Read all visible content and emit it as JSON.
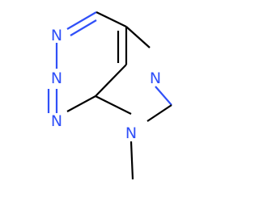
{
  "molecule": {
    "atoms": [
      {
        "id": "n1",
        "symbol": "N"
      },
      {
        "id": "n2",
        "symbol": "N"
      },
      {
        "id": "n3",
        "symbol": "N"
      },
      {
        "id": "n7",
        "symbol": "N"
      },
      {
        "id": "n9",
        "symbol": "N"
      }
    ]
  },
  "colors": {
    "heteroatom": "#3050f8",
    "bond": "#000000",
    "background": "#ffffff"
  }
}
